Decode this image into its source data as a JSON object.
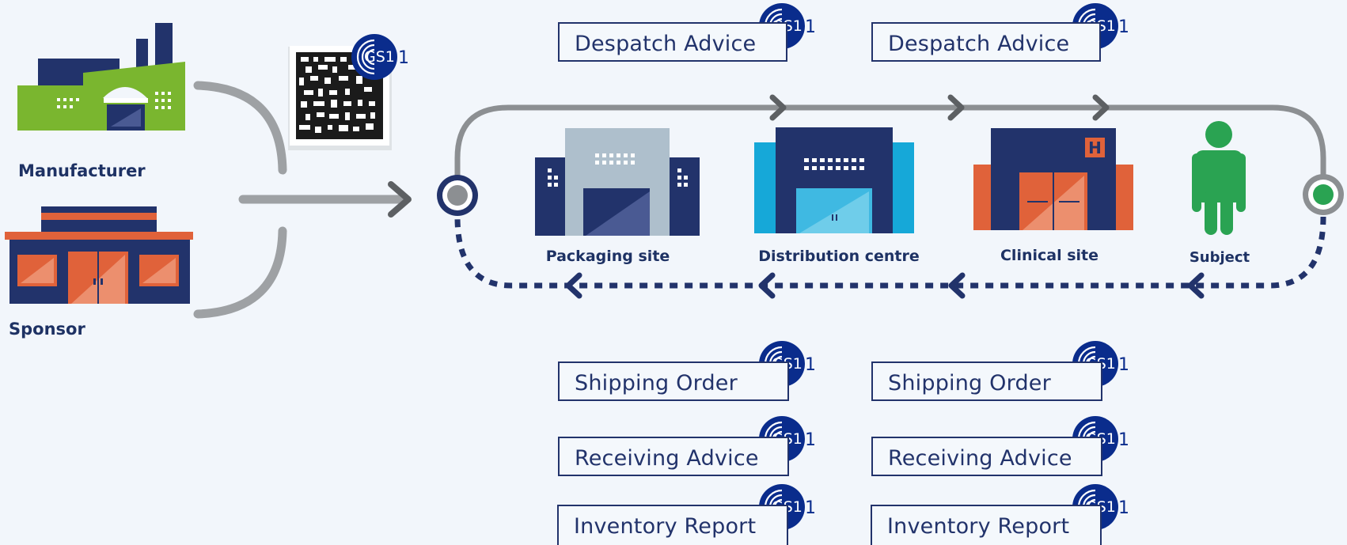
{
  "actors": {
    "manufacturer": "Manufacturer",
    "sponsor": "Sponsor"
  },
  "sites": {
    "packaging": "Packaging site",
    "distribution": "Distribution centre",
    "clinical": "Clinical site",
    "subject": "Subject"
  },
  "badges": {
    "gs1": "GS1",
    "hospital": "H"
  },
  "messages": {
    "despatch_advice_1": "Despatch Advice",
    "despatch_advice_2": "Despatch Advice",
    "shipping_order_1": "Shipping Order",
    "shipping_order_2": "Shipping Order",
    "receiving_advice_1": "Receiving Advice",
    "receiving_advice_2": "Receiving Advice",
    "inventory_report_1": "Inventory Report",
    "inventory_report_2": "Inventory Report"
  },
  "colors": {
    "navy": "#22336b",
    "gs1_blue": "#0a2c8c",
    "green": "#7ab62f",
    "orange": "#e0623a",
    "cyan": "#16a8d8",
    "flow_grey": "#8c8f92",
    "subject_green": "#2aa352",
    "background": "#f2f6fb"
  }
}
